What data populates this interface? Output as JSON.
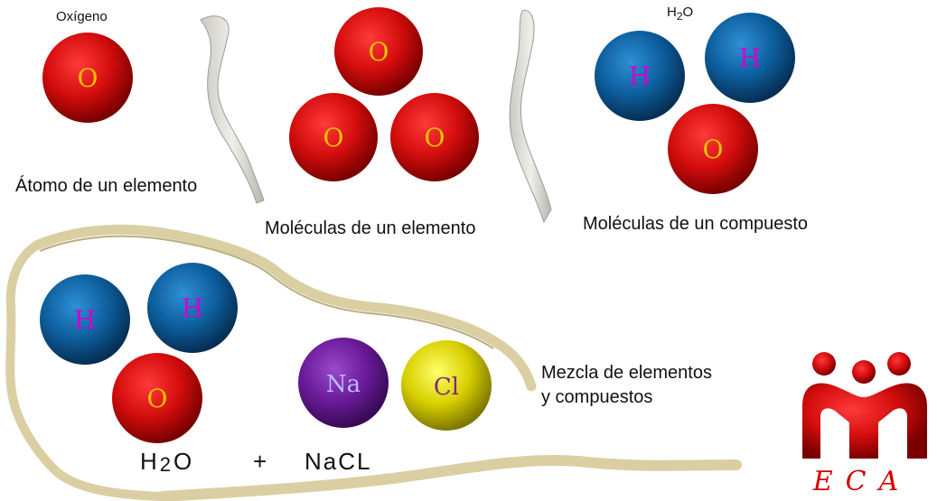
{
  "panels": {
    "atom": {
      "caption": "Átomo de un elemento",
      "top_label": "Oxígeno"
    },
    "element_molecule": {
      "caption": "Moléculas de un elemento"
    },
    "compound_molecule": {
      "caption": "Moléculas de un compuesto",
      "formula_main": "H",
      "formula_sub": "2",
      "formula_tail": "O"
    },
    "mixture": {
      "caption_line1": "Mezcla de elementos",
      "caption_line2": "y compuestos",
      "formula_h": "H",
      "formula_sub": "2",
      "formula_o": "O",
      "plus": "+",
      "formula_nacl": "NaCL"
    }
  },
  "atoms": [
    {
      "id": "atom-o-single",
      "symbol": "O",
      "color": "#d40d0d"
    },
    {
      "id": "molecule-o-top",
      "symbol": "O",
      "color": "#d40d0d"
    },
    {
      "id": "molecule-o-left",
      "symbol": "O",
      "color": "#d40d0d"
    },
    {
      "id": "molecule-o-right",
      "symbol": "O",
      "color": "#d40d0d"
    },
    {
      "id": "compound-h-left",
      "symbol": "H",
      "color": "#0d5f9e"
    },
    {
      "id": "compound-h-right",
      "symbol": "H",
      "color": "#0d5f9e"
    },
    {
      "id": "compound-o",
      "symbol": "O",
      "color": "#d40d0d"
    },
    {
      "id": "mix-h-left",
      "symbol": "H",
      "color": "#0d5f9e"
    },
    {
      "id": "mix-h-right",
      "symbol": "H",
      "color": "#0d5f9e"
    },
    {
      "id": "mix-o",
      "symbol": "O",
      "color": "#d40d0d"
    },
    {
      "id": "mix-na",
      "symbol": "Na",
      "color": "#6a1b9a"
    },
    {
      "id": "mix-cl",
      "symbol": "Cl",
      "color": "#d8d000"
    }
  ],
  "logo": {
    "text": "ECA",
    "color": "#e00000"
  }
}
